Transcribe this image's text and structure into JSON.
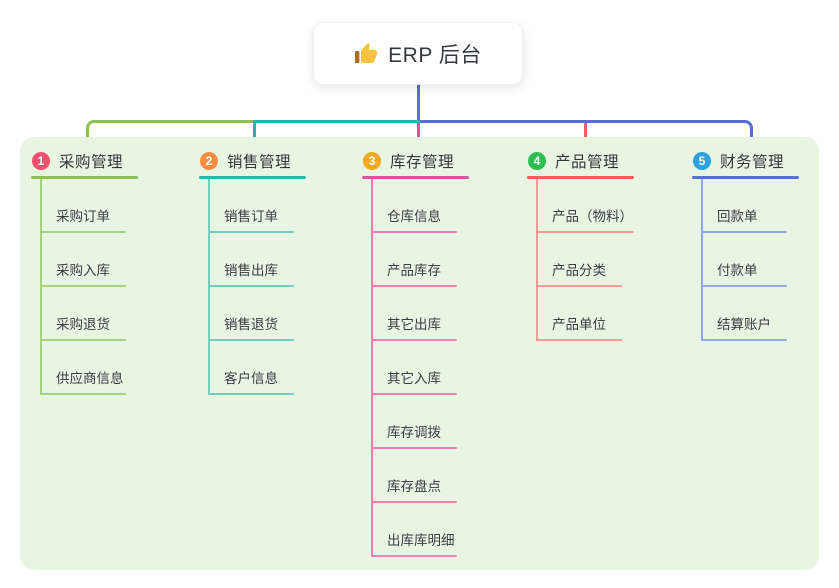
{
  "root": {
    "label": "ERP 后台",
    "icon": "thumbs-up-icon"
  },
  "connectors": {
    "green": "#8cc152",
    "teal": "#26b6ab",
    "blue": "#5a6fd6",
    "magenta": "#e0519e",
    "red": "#f45f5b"
  },
  "panel": {
    "background": "#e9f5e3"
  },
  "branches": [
    {
      "number": "1",
      "title": "采购管理",
      "color": "#8cc152",
      "child_line_color": "#a6d17e",
      "badge_color": "#f2506e",
      "children": [
        "采购订单",
        "采购入库",
        "采购退货",
        "供应商信息"
      ]
    },
    {
      "number": "2",
      "title": "销售管理",
      "color": "#26b6ab",
      "child_line_color": "#74ccc3",
      "badge_color": "#fa8e42",
      "children": [
        "销售订单",
        "销售出库",
        "销售退货",
        "客户信息"
      ]
    },
    {
      "number": "3",
      "title": "库存管理",
      "color": "#e0519e",
      "child_line_color": "#ee7db8",
      "badge_color": "#f7a823",
      "children": [
        "仓库信息",
        "产品库存",
        "其它出库",
        "其它入库",
        "库存调拨",
        "库存盘点",
        "出库库明细"
      ]
    },
    {
      "number": "4",
      "title": "产品管理",
      "color": "#f45f5b",
      "child_line_color": "#f79b97",
      "badge_color": "#2ebf53",
      "children": [
        "产品（物料）",
        "产品分类",
        "产品单位"
      ]
    },
    {
      "number": "5",
      "title": "财务管理",
      "color": "#5570d6",
      "child_line_color": "#93a7e6",
      "badge_color": "#2ba2df",
      "children": [
        "回款单",
        "付款单",
        "结算账户"
      ]
    }
  ]
}
